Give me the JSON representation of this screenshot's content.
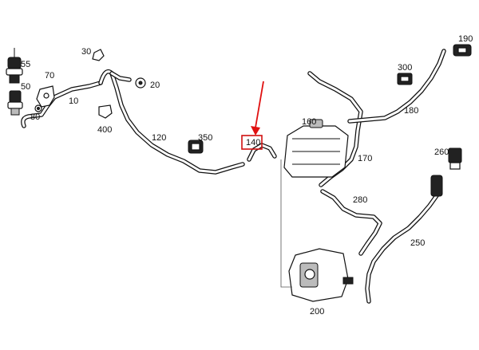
{
  "labels": {
    "p10": "10",
    "p20": "20",
    "p30": "30",
    "p50": "50",
    "p55": "55",
    "p70": "70",
    "p80": "80",
    "p120": "120",
    "p140": "140",
    "p160": "160",
    "p170": "170",
    "p180": "180",
    "p190": "190",
    "p200": "200",
    "p250": "250",
    "p260": "260",
    "p280": "280",
    "p300": "300",
    "p350": "350",
    "p400": "400"
  },
  "highlight": {
    "part": "140",
    "color": "#e01010"
  }
}
